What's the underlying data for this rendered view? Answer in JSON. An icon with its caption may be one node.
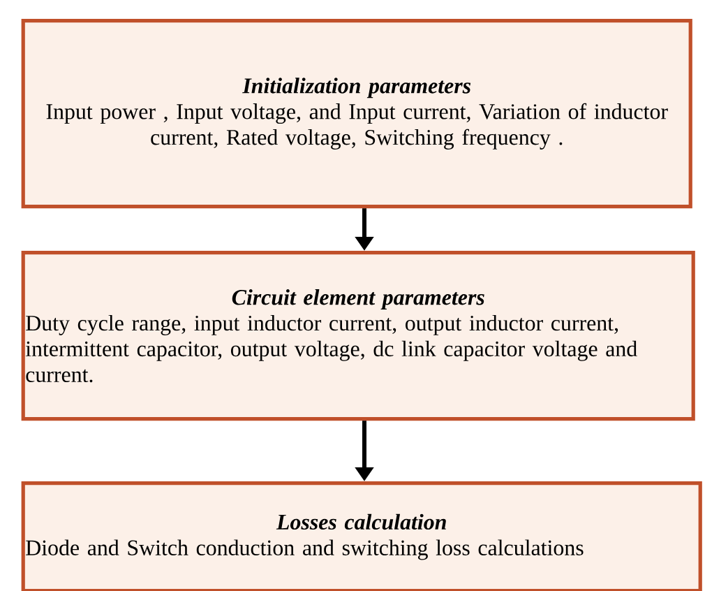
{
  "diagram": {
    "nodes": [
      {
        "text": [
          "Initialization parameters",
          "Input power , Input voltage,  and Input current, Variation of inductor current, Rated voltage, Switching frequency ."
        ]
      },
      {
        "text": [
          "Circuit element  parameters",
          "Duty cycle range, input inductor current,  output inductor current, intermittent capacitor,  output voltage, dc link capacitor voltage and current."
        ]
      },
      {
        "text": [
          "Losses calculation",
          "Diode and Switch conduction and switching loss calculations"
        ]
      }
    ],
    "edges": [
      {
        "from": 0,
        "to": 1,
        "arrow": "to"
      },
      {
        "from": 1,
        "to": 2,
        "arrow": "to"
      }
    ]
  }
}
